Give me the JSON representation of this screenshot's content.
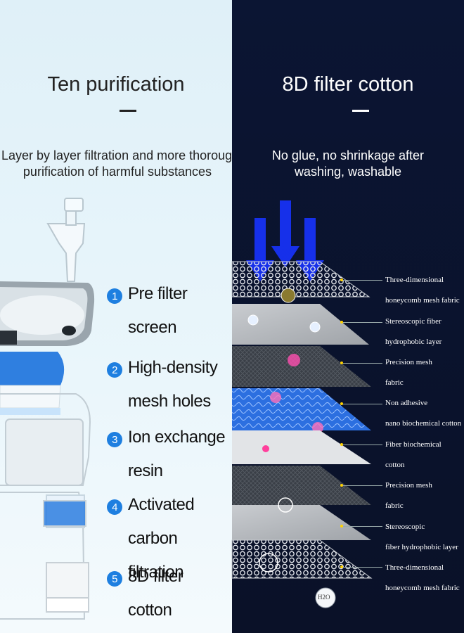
{
  "left": {
    "title": "Ten purification",
    "subtitle_line1": "Layer by layer filtration and more thorough",
    "subtitle_line2": "purification of harmful substances",
    "steps": [
      {
        "num": "1",
        "text": "Pre filter screen"
      },
      {
        "num": "2",
        "text": "High-density\nmesh holes"
      },
      {
        "num": "3",
        "text": "Ion exchange\nresin"
      },
      {
        "num": "4",
        "text": "Activated\ncarbon filtration"
      },
      {
        "num": "5",
        "text": "8D filter\ncotton"
      }
    ]
  },
  "right": {
    "title": "8D filter cotton",
    "subtitle_line1": "No glue, no shrinkage after",
    "subtitle_line2": "washing, washable",
    "h2o_label": "H2O",
    "labels": [
      "Three-dimensional",
      "honeycomb mesh fabric",
      "Stereoscopic fiber",
      "hydrophobic layer",
      "Precision mesh",
      "fabric",
      "Non adhesive",
      "nano biochemical cotton",
      "Fiber biochemical",
      "cotton",
      "Precision mesh",
      "fabric",
      "Stereoscopic",
      "fiber hydrophobic layer",
      "Three-dimensional",
      "honeycomb mesh fabric"
    ]
  },
  "colors": {
    "accent_blue": "#1e7fe0",
    "dark_bg": "#0b1533",
    "light_bg": "#e3f2f9"
  }
}
